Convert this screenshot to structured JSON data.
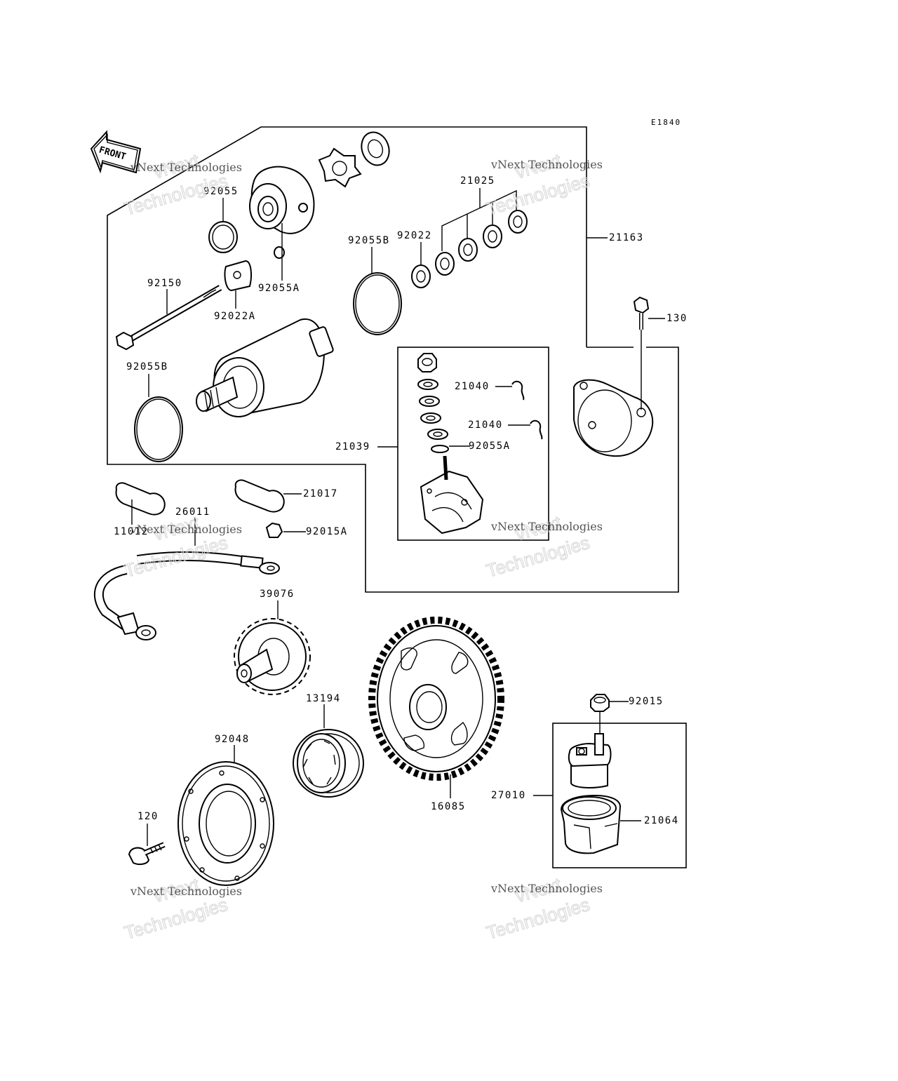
{
  "diagram": {
    "code": "E1840",
    "front_badge": "FRONT",
    "labels": {
      "p92055": "92055",
      "p92055A_top": "92055A",
      "p92150": "92150",
      "p92022A": "92022A",
      "p92055B_left": "92055B",
      "p92055B_mid": "92055B",
      "p92022": "92022",
      "p21025": "21025",
      "p21163": "21163",
      "p130": "130",
      "p21040_a": "21040",
      "p21040_b": "21040",
      "p21039": "21039",
      "p92055A_low": "92055A",
      "p21017": "21017",
      "p11012": "11012",
      "p26011": "26011",
      "p92015A": "92015A",
      "p39076": "39076",
      "p13194": "13194",
      "p92048": "92048",
      "p16085": "16085",
      "p92015": "92015",
      "p27010": "27010",
      "p21064": "21064",
      "p120": "120"
    },
    "watermark": {
      "line1": "vNext Technologies",
      "line2": "Technologies",
      "line3": "vNext"
    }
  }
}
